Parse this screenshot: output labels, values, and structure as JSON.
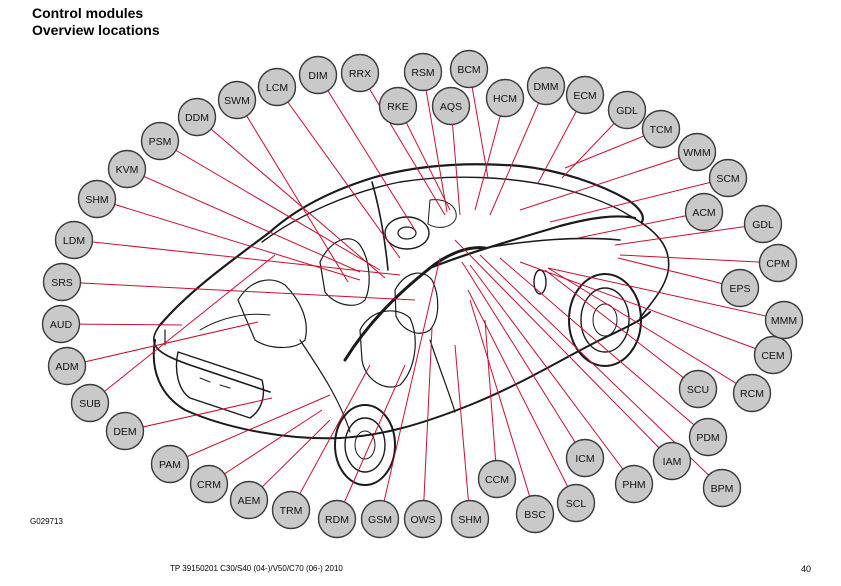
{
  "header": {
    "title": "Control modules",
    "subtitle": "Overview locations"
  },
  "footer": {
    "figure_code": "G029713",
    "document_ref": "TP 39150201 C30/S40 (04-)/V50/C70 (06-) 2010",
    "page_number": "40"
  },
  "colors": {
    "leader": "#c8102e",
    "bubble_fill": "#c9c9c9",
    "bubble_stroke": "#3a3a3a"
  },
  "modules": [
    {
      "label": "RSM"
    },
    {
      "label": "BCM"
    },
    {
      "label": "RRX"
    },
    {
      "label": "DIM"
    },
    {
      "label": "LCM"
    },
    {
      "label": "SWM"
    },
    {
      "label": "DDM"
    },
    {
      "label": "PSM"
    },
    {
      "label": "KVM"
    },
    {
      "label": "SHM"
    },
    {
      "label": "LDM"
    },
    {
      "label": "SRS"
    },
    {
      "label": "AUD"
    },
    {
      "label": "ADM"
    },
    {
      "label": "SUB"
    },
    {
      "label": "DEM"
    },
    {
      "label": "PAM"
    },
    {
      "label": "CRM"
    },
    {
      "label": "AEM"
    },
    {
      "label": "TRM"
    },
    {
      "label": "RDM"
    },
    {
      "label": "GSM"
    },
    {
      "label": "OWS"
    },
    {
      "label": "SHM"
    },
    {
      "label": "BSC"
    },
    {
      "label": "CCM"
    },
    {
      "label": "SCL"
    },
    {
      "label": "ICM"
    },
    {
      "label": "PHM"
    },
    {
      "label": "IAM"
    },
    {
      "label": "BPM"
    },
    {
      "label": "PDM"
    },
    {
      "label": "RCM"
    },
    {
      "label": "SCU"
    },
    {
      "label": "CEM"
    },
    {
      "label": "MMM"
    },
    {
      "label": "EPS"
    },
    {
      "label": "CPM"
    },
    {
      "label": "GDL"
    },
    {
      "label": "ACM"
    },
    {
      "label": "SCM"
    },
    {
      "label": "WMM"
    },
    {
      "label": "TCM"
    },
    {
      "label": "GDL"
    },
    {
      "label": "ECM"
    },
    {
      "label": "DMM"
    },
    {
      "label": "HCM"
    },
    {
      "label": "AQS"
    },
    {
      "label": "RKE"
    }
  ]
}
